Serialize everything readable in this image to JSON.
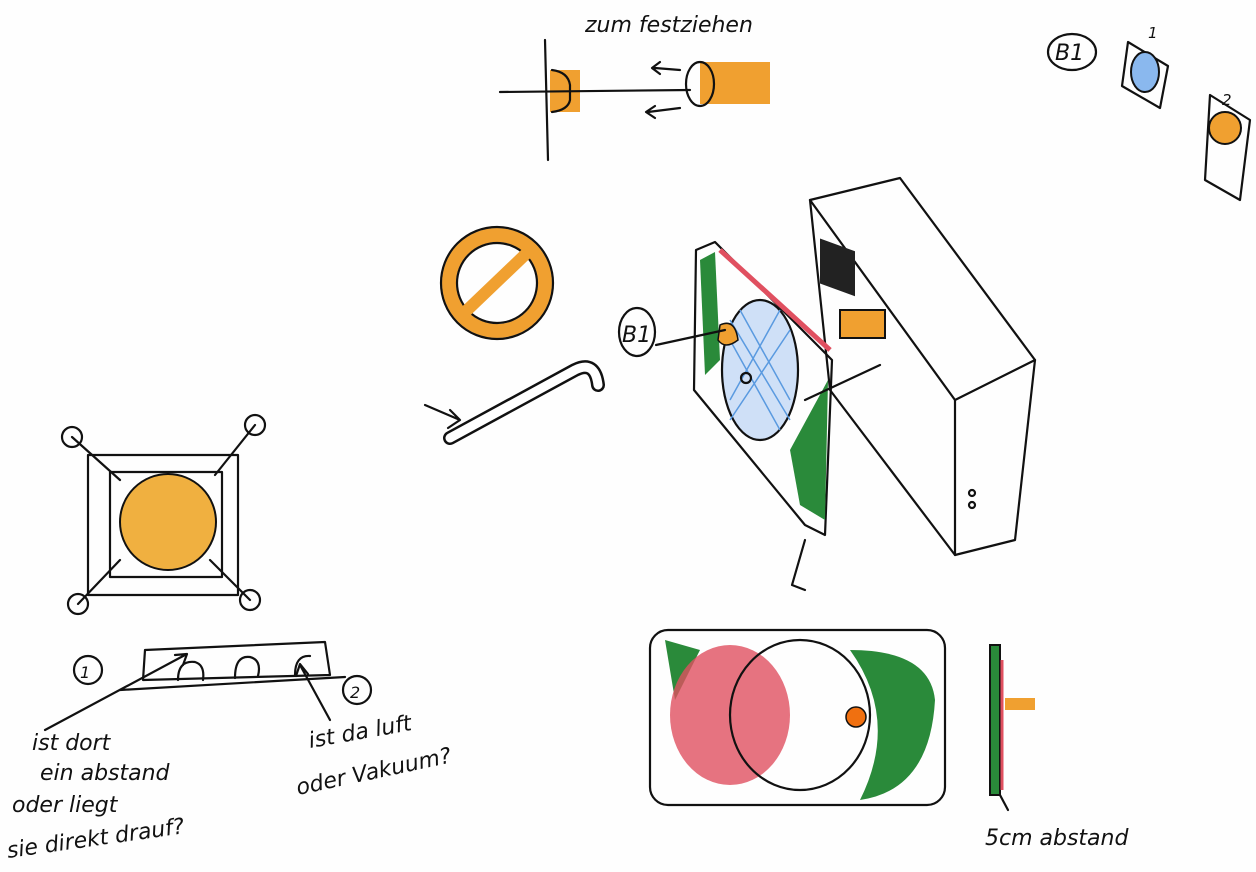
{
  "title_note": "zum festziehen",
  "b1_label_top": "B1",
  "b1_detail_1": "1",
  "b1_detail_2": "2",
  "b1_label_fan": "B1",
  "marker_1": "1",
  "marker_2": "2",
  "note_1": [
    "ist dort",
    "ein abstand",
    "oder liegt",
    "sie direkt drauf?"
  ],
  "note_2": [
    "ist da luft",
    "oder Vakuum?"
  ],
  "distance_note": "5cm abstand",
  "colors": {
    "orange": "#f0a030",
    "green": "#2a8a3a",
    "red": "#e05060",
    "blue": "#5a9ae0",
    "ink": "#111111"
  }
}
